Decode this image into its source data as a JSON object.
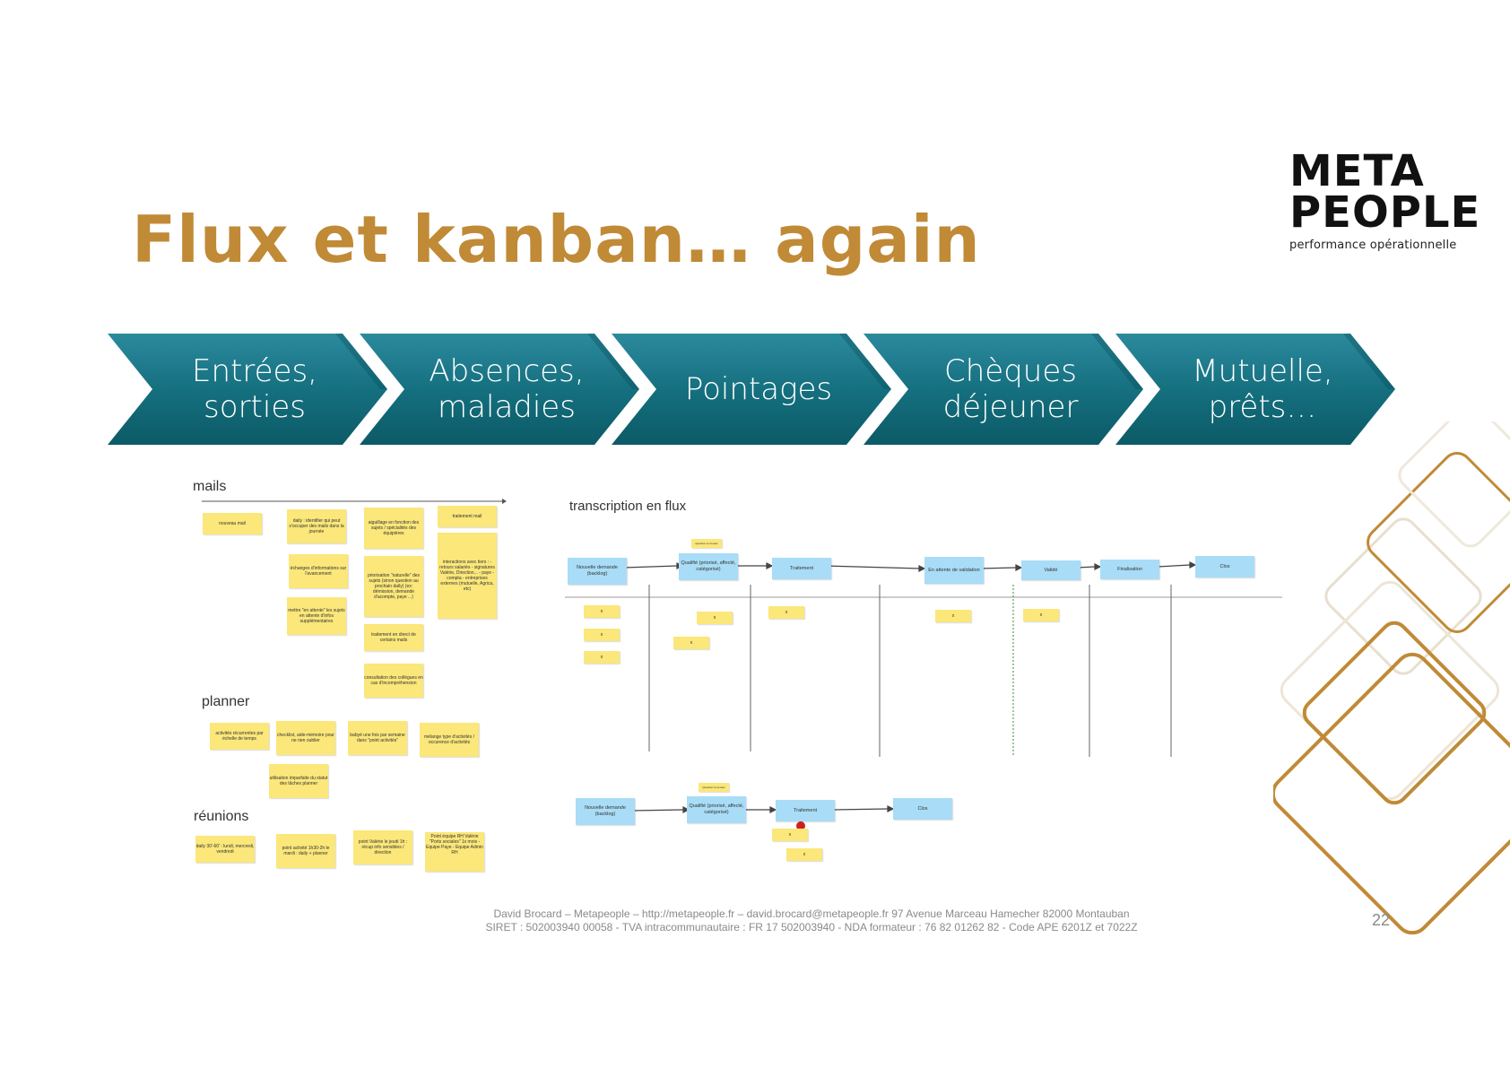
{
  "slide": {
    "title": "Flux et kanban… again",
    "page_number": "22"
  },
  "logo": {
    "line1": "META",
    "line2": "PEOPLE",
    "tagline": "performance opérationnelle",
    "accent_color": "#c08a36"
  },
  "process_steps": [
    {
      "label_line1": "Entrées,",
      "label_line2": "sorties"
    },
    {
      "label_line1": "Absences,",
      "label_line2": "maladies"
    },
    {
      "label_line1": "Pointages",
      "label_line2": ""
    },
    {
      "label_line1": "Chèques",
      "label_line2": "déjeuner"
    },
    {
      "label_line1": "Mutuelle,",
      "label_line2": "prêts…"
    }
  ],
  "left_board": {
    "mails_label": "mails",
    "planner_label": "planner",
    "reunions_label": "réunions",
    "mails_notes": [
      "nouveau mail",
      "daily : identifier qui peut s'occuper des mails dans la journée",
      "aiguillage en fonction des sujets / spécialités des équipières",
      "traitement mail",
      "échanges d'informations sur l'avancement",
      "priorisation \"naturelle\" des sujets (sinon question au prochain daily) (ex: démission, demande d'acompte, paye ...)",
      "interactions avec tiers : - retours salariés - signatures Valérie, Direction... - paye - compta - entreprises externes (mutuelle, Agrica, etc)",
      "mettre \"en attente\" les sujets en attente d'infos supplémentaires",
      "traitement en direct de certains mails",
      "consultation des collègues en cas d'incompréhension"
    ],
    "planner_notes": [
      "activités récurrentes par échelle de temps",
      "checklist, aide-mémoire pour ne rien oublier",
      "babyé une fois par semaine dans \"point activités\"",
      "mélange type d'activités / occurence d'activités",
      "utilisation imparfaite du statut des tâches planner"
    ],
    "reunion_notes": [
      "daily 30'-60' : lundi, mercredi, vendredi",
      "point activité 1h30-2h le mardi : daily + planner",
      "point Valérie le jeudi 1h : récup info sensibles / direction",
      "Point équipe RH Valérie \"Ports sociales\" 1x mois - Equipe Paye - Equipe Admin RH"
    ]
  },
  "right_board": {
    "label": "transcription en flux",
    "flow1": [
      "Nouvelle demande (backlog)",
      "Qualifié (priorisé, affecté, catégorisé)",
      "Traitement",
      "En attente de validation",
      "Validé",
      "Finalisation",
      "Clos"
    ],
    "flow2": [
      "Nouvelle demande (backlog)",
      "Qualifié (priorisé, affecté, catégorisé)",
      "Traitement",
      "Clos"
    ],
    "small_note": "Question à creuser",
    "small_card": "x"
  },
  "footer": {
    "line1": "David Brocard – Metapeople – http://metapeople.fr – david.brocard@metapeople.fr 97 Avenue Marceau Hamecher 82000 Montauban",
    "line2": "SIRET : 502003940 00058 - TVA intracommunautaire : FR 17 502003940 - NDA formateur : 76 82 01262 82 - Code APE 6201Z et 7022Z"
  }
}
